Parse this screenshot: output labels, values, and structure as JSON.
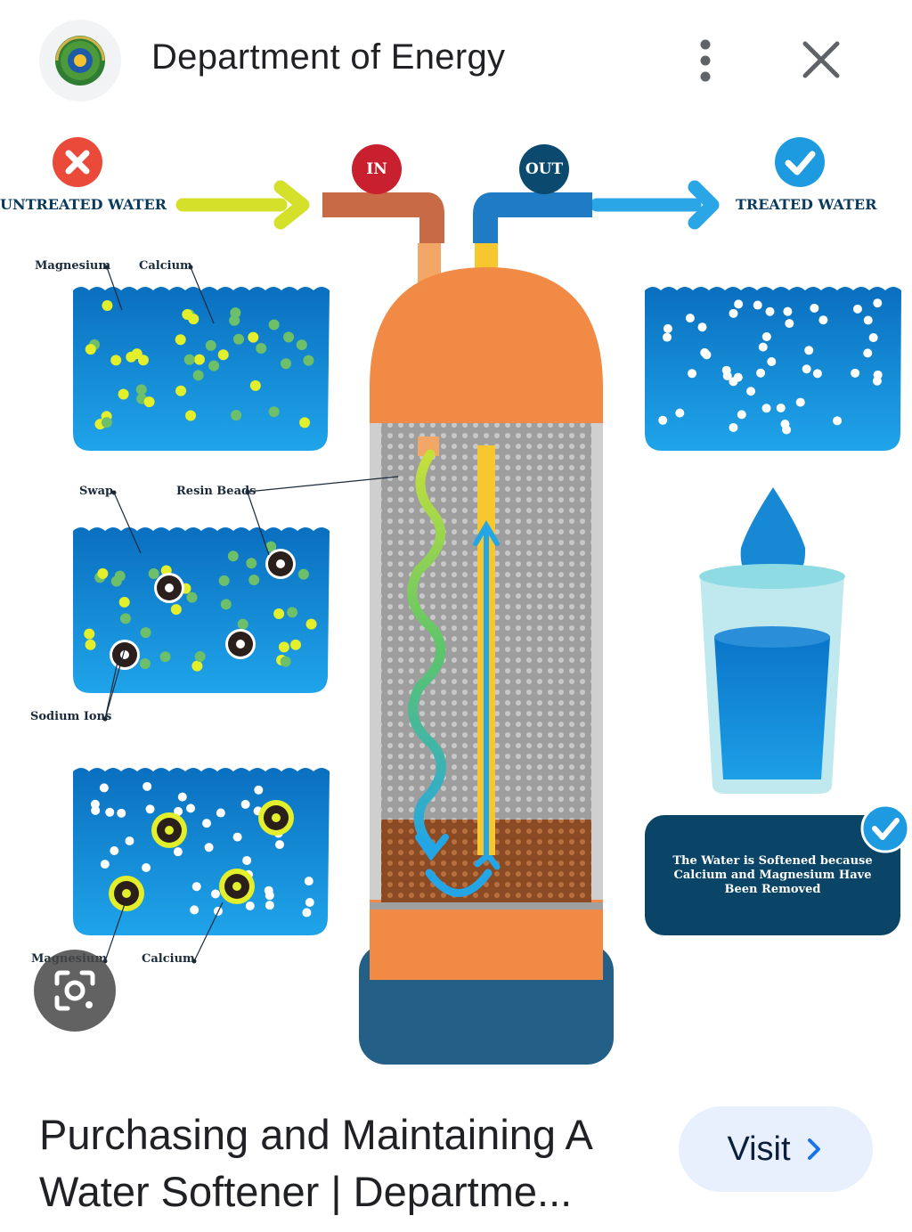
{
  "header": {
    "site_name": "Department of Energy",
    "logo_icon": "department-of-energy-seal",
    "more_icon": "more-vert-icon",
    "close_icon": "close-icon"
  },
  "figure": {
    "untreated_label": "UNTREATED WATER",
    "treated_label": "TREATED WATER",
    "in_label": "IN",
    "out_label": "OUT",
    "tank1": {
      "label_a": "Magnesium",
      "label_b": "Calcium"
    },
    "tank2": {
      "label_swap": "Swap",
      "label_resin": "Resin Beads",
      "label_sodium": "Sodium Ions"
    },
    "tank3": {
      "label_a": "Magnesium",
      "label_b": "Calcium"
    },
    "panel_text": "The Water is Softened because Calcium and Magnesium Have Been Removed",
    "colors": {
      "untreated_badge": "#e94a3a",
      "in_badge": "#c8202e",
      "out_badge": "#0b4a6e",
      "treated_badge": "#1e9be0",
      "water_dark": "#0a6fbf",
      "water_light": "#1fa4ea",
      "tank_orange": "#f08a45",
      "base_blue": "#235f87",
      "panel_navy": "#0a4466",
      "arrow_lime": "#d4e02a",
      "arrow_blue": "#2aa6e6"
    }
  },
  "lens_icon": "lens-search-icon",
  "result": {
    "title": "Purchasing and Maintaining A Water Softener | Departme...",
    "visit_label": "Visit",
    "visit_icon": "chevron-right-icon"
  }
}
